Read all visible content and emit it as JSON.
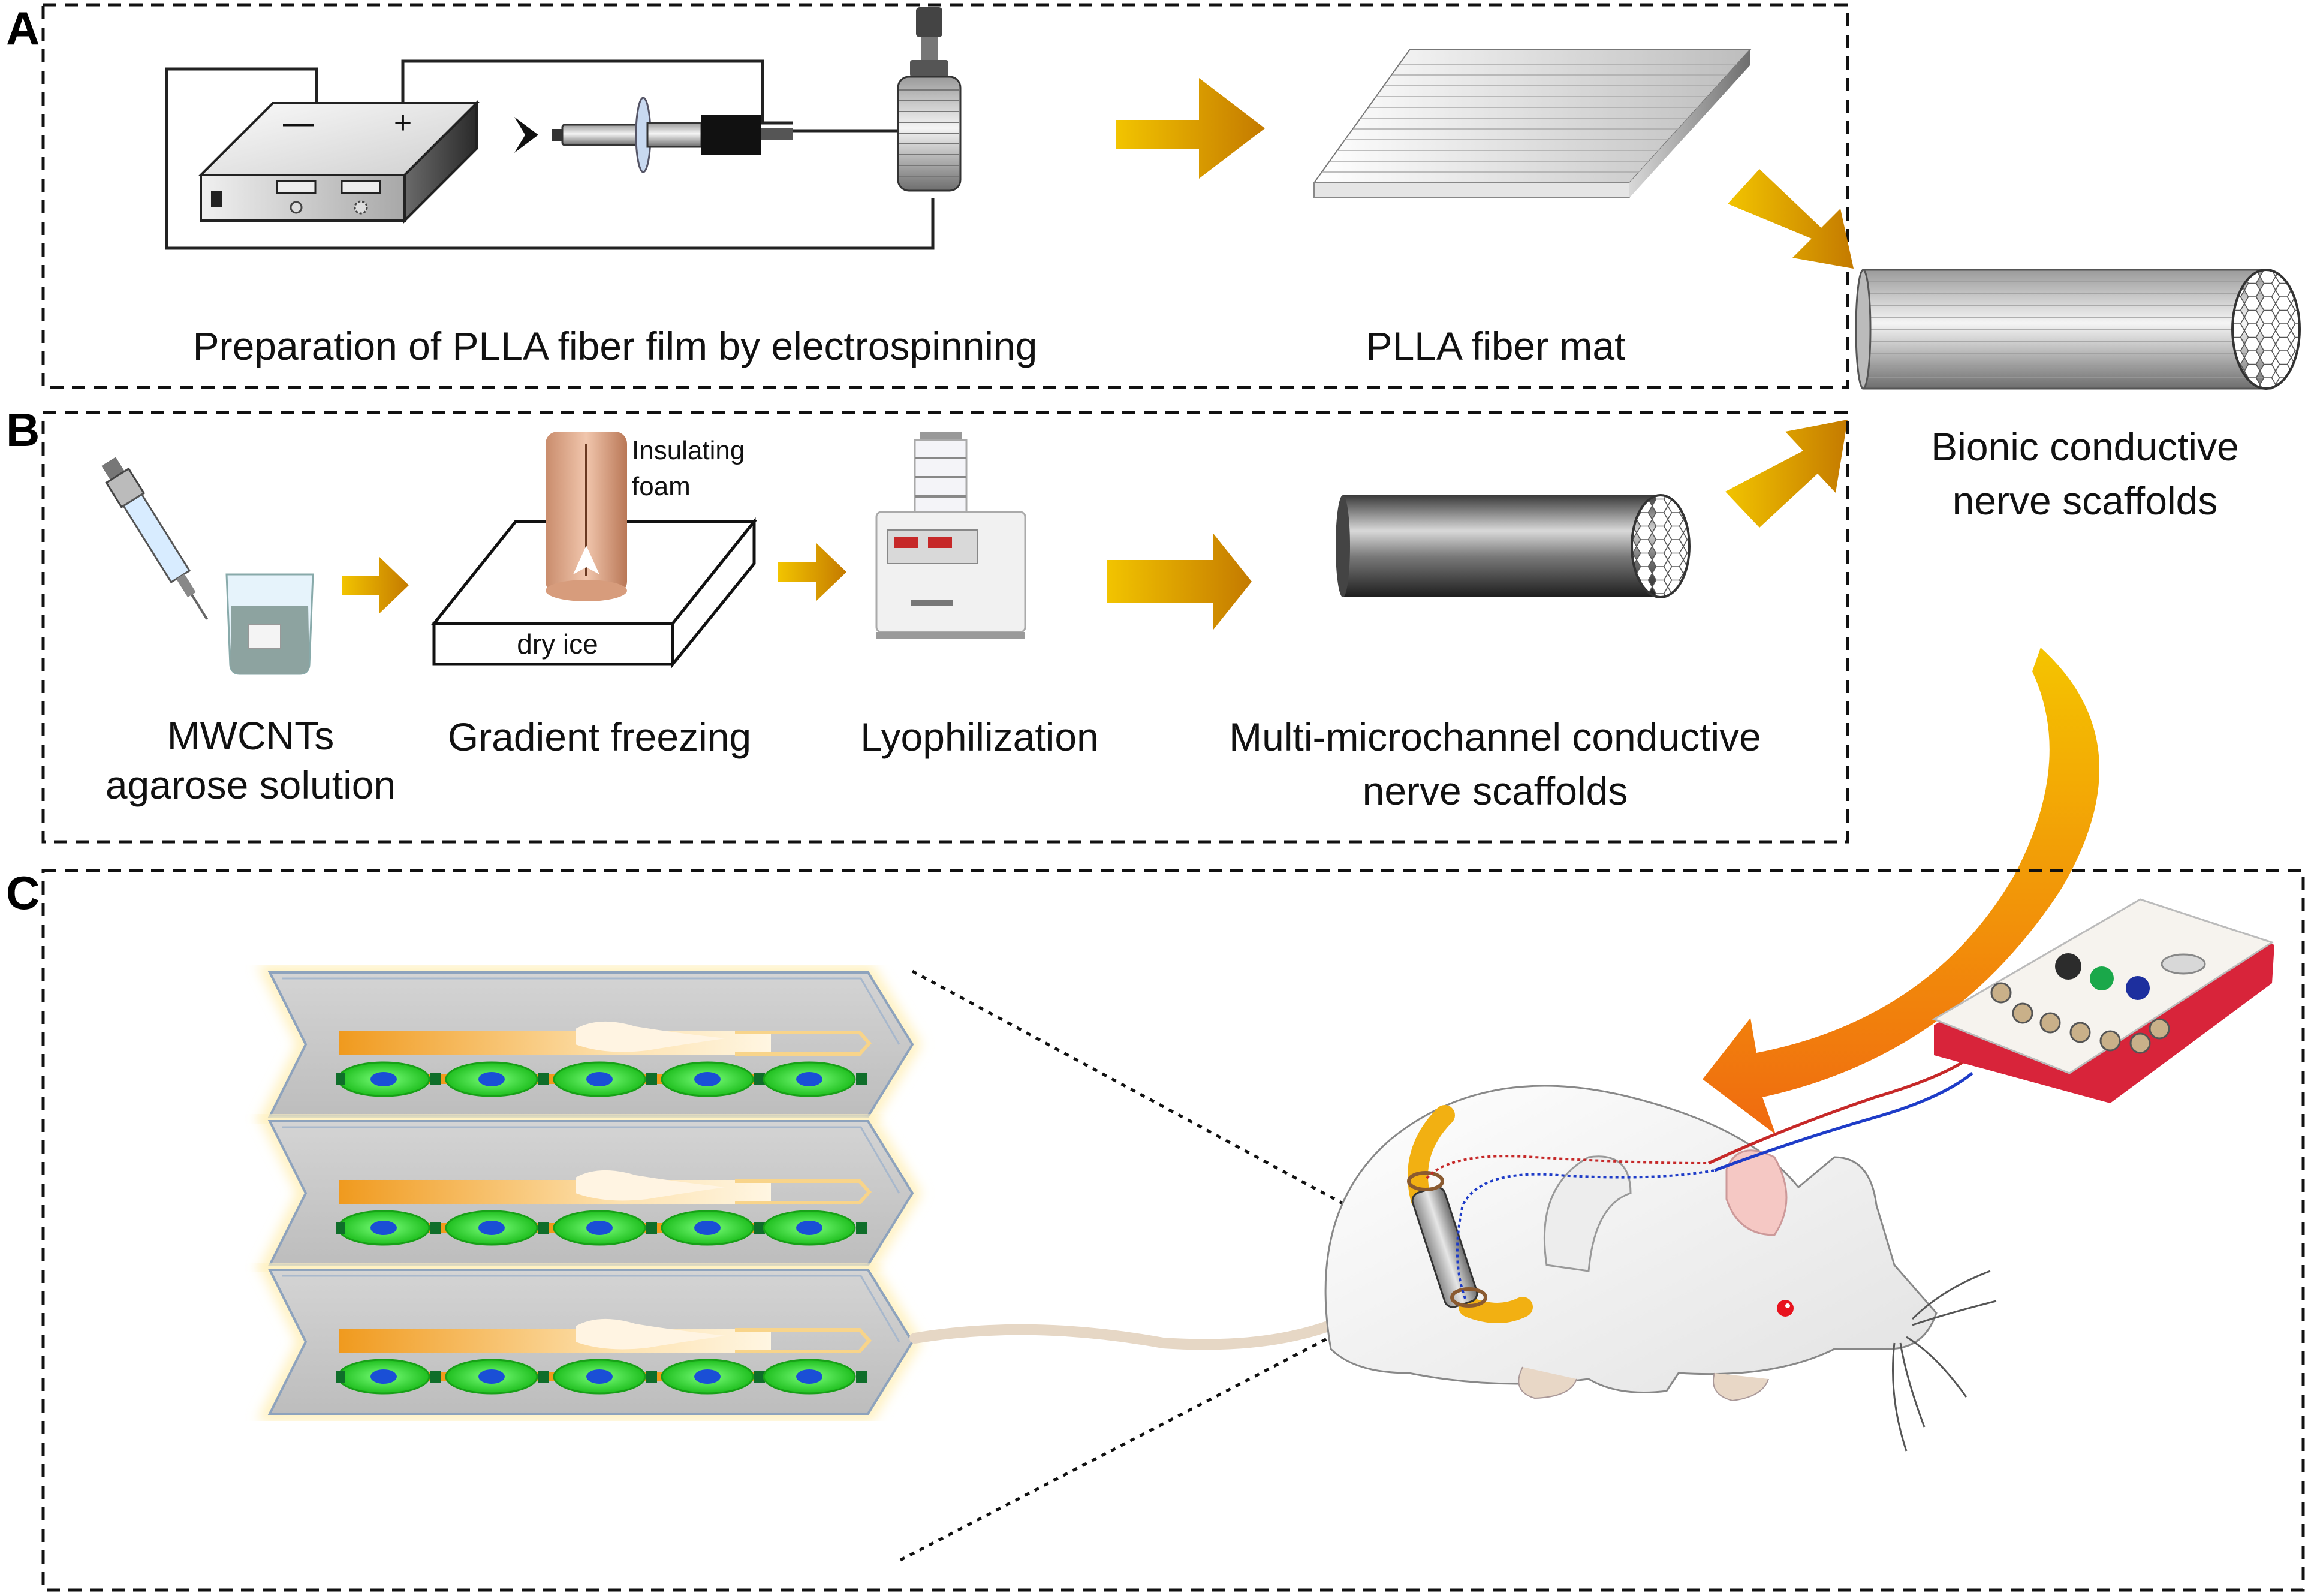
{
  "panels": {
    "a": {
      "letter": "A",
      "caption": "Preparation of PLLA fiber film by electrospinning",
      "mat_label": "PLLA fiber mat",
      "power_minus": "—",
      "power_plus": "+"
    },
    "b": {
      "letter": "B",
      "step1_line1": "MWCNTs",
      "step1_line2": "agarose solution",
      "foam_line1": "Insulating",
      "foam_line2": "foam",
      "dry_ice": "dry ice",
      "step2": "Gradient freezing",
      "step3": "Lyophilization",
      "step4_line1": "Multi-microchannel conductive",
      "step4_line2": "nerve scaffolds"
    },
    "c": {
      "letter": "C"
    }
  },
  "product": {
    "line1": "Bionic conductive",
    "line2": "nerve scaffolds"
  },
  "colors": {
    "arrow_gold": "#e0a800",
    "arrow_orange": "#f07d10",
    "cell_green": "#2fd12f",
    "nucleus_blue": "#1a4fd6",
    "channel_gray": "#c9c9c9",
    "stimulator_red": "#d8243a",
    "wire_red": "#c62828",
    "wire_blue": "#1e3cc8",
    "dash": "#222222"
  },
  "icons": [
    "power-supply-icon",
    "syringe-icon",
    "collector-drum-icon",
    "beaker-icon",
    "freeze-dryer-icon",
    "rat-icon",
    "stimulator-icon",
    "scaffold-cylinder-icon"
  ]
}
